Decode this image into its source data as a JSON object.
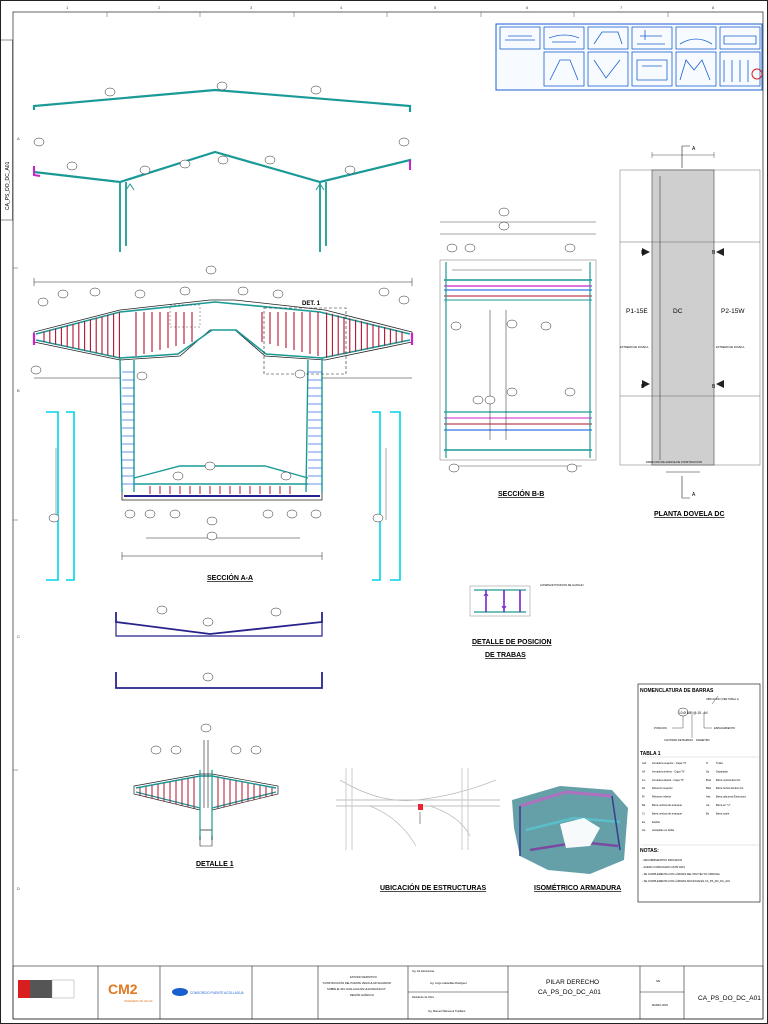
{
  "sheet": {
    "side_code": "CA_PS_DO_DC_A01",
    "frame_cols": [
      "1",
      "2",
      "3",
      "4",
      "5",
      "6",
      "7",
      "8"
    ],
    "frame_rows": [
      "A",
      "B",
      "C",
      "D"
    ]
  },
  "views": {
    "seccion_aa": "SECCIÓN A-A",
    "seccion_bb": "SECCIÓN B-B",
    "planta": "PLANTA DOVELA DC",
    "detalle_trabas": "DETALLE  DE POSICION DE TRABAS",
    "detalle_trabas_l1": "DETALLE  DE POSICION",
    "detalle_trabas_l2": "DE TRABAS",
    "detalle1": "DETALLE 1",
    "ubicacion": "UBICACIÓN DE ESTRUCTURAS",
    "isometrico": "ISOMÉTRICO ARMADURA",
    "det1_tag": "DET. 1",
    "alternar_note": "ALTERNAR POSICION DE GANCHO"
  },
  "planta": {
    "left_label": "P1-15E",
    "center_label": "DC",
    "right_label": "P2-15W",
    "left_note": "EXTREMO DE DOVELA",
    "right_note": "EXTREMO DE DOVELA",
    "bottom_note": "DIRECCION DE AVANCE DE CONSTRUCCION",
    "section_a": "A",
    "section_b": "B"
  },
  "legend": {
    "title": "NOMENCLATURA DE BARRAS",
    "ubicacion": "UBICACION (VER TABLA 1)",
    "posicion": "POSICION",
    "cantidad": "CANTIDAD DE BARRAS",
    "espaciamiento": "ESPACIAMIENTO",
    "diametro": "DIAMETRO",
    "example_code": "10 Ø 5/8\" @.15 - A/I",
    "tabla_title": "TABLA 1",
    "tabla_left": [
      {
        "code": "A/A",
        "desc": "Armadura superior - Capa \"N\""
      },
      {
        "code": "A/I",
        "desc": "Armadura inferior - Capa \"N\""
      },
      {
        "code": "L/x",
        "desc": "Armadura lateral - Capa \"N\""
      },
      {
        "code": "Rs",
        "desc": "Refuerzo superior"
      },
      {
        "code": "Ri",
        "desc": "Refuerzo inferior"
      },
      {
        "code": "Ba",
        "desc": "Barra vertical de arranque"
      },
      {
        "code": "Cl",
        "desc": "Barra vertical de arranque"
      },
      {
        "code": "Es",
        "desc": "Estribo"
      },
      {
        "code": "Ho",
        "desc": "Horquillas en doble"
      }
    ],
    "tabla_right": [
      {
        "code": "Tr",
        "desc": "Traba"
      },
      {
        "code": "Sp",
        "desc": "Separador"
      },
      {
        "code": "Bvel",
        "desc": "Barra vertical Ext./Int."
      },
      {
        "code": "Bhel",
        "desc": "Barra horizontal Ext./Int."
      },
      {
        "code": "Abs",
        "desc": "Barra adicional Estructura"
      },
      {
        "code": "Ua",
        "desc": "Barra en \"U\""
      },
      {
        "code": "Bs",
        "desc": "Barra suple"
      }
    ],
    "notas_title": "NOTAS:",
    "notas": [
      "- RECUBRIMIENTOS INDICADOS",
      "- ACERO CORRUGADO ASTM A615",
      "- SE COMPLEMENTA CON LÁMINAS DEL PROYECTO ORIGINAL",
      "- SE COMPLEMENTA CON LÁMINAS ADICIONALES CA_PS_DO_DC_A01"
    ]
  },
  "title_block": {
    "consorcio": "CONSORCIO PUENTE ACOLLAGUA",
    "cm_brand": "CM2",
    "cm_sub": "INGENIERIA DE VALOR",
    "proyecto": "ESTUDIO DEFINITIVO \"CONSTRUCCIÓN DEL PUENTE VEHICULAR SALVADOR SOBRE EL RIO HUALLAGA EN HUACRACHUCO\" REGIÓN HUÁNUCO",
    "proyecto_l1": "ESTUDIO DEFINITIVO",
    "proyecto_l2": "\"CONSTRUCCIÓN DEL PUENTE VEHICULAR SALVADOR",
    "proyecto_l3": "SOBRE EL RIO HUALLAGA EN HUACRACHUCO\"",
    "proyecto_l4": "REGIÓN HUÁNUCO",
    "ing_estructuras_label": "Ing. De Estructuras",
    "ing_estructuras": "Ing. Jorge Cabanillas Rodriguez",
    "residente_label": "Residente de Obra",
    "residente": "Ing. Manuel Villanueva Trujillano",
    "titulo": "PILAR DERECHO",
    "codigo": "CA_PS_DO_DC_A01",
    "escala": "S/E",
    "fecha": "MARZO 2023",
    "lamina": "CA_PS_DO_DC_A01"
  },
  "colors": {
    "teal": "#1a9a96",
    "red": "#b3122e",
    "magenta": "#cc22cc",
    "cyan": "#00d4e6",
    "blue": "#0050e0",
    "navy": "#26238c",
    "gray": "#cfcfcf"
  }
}
